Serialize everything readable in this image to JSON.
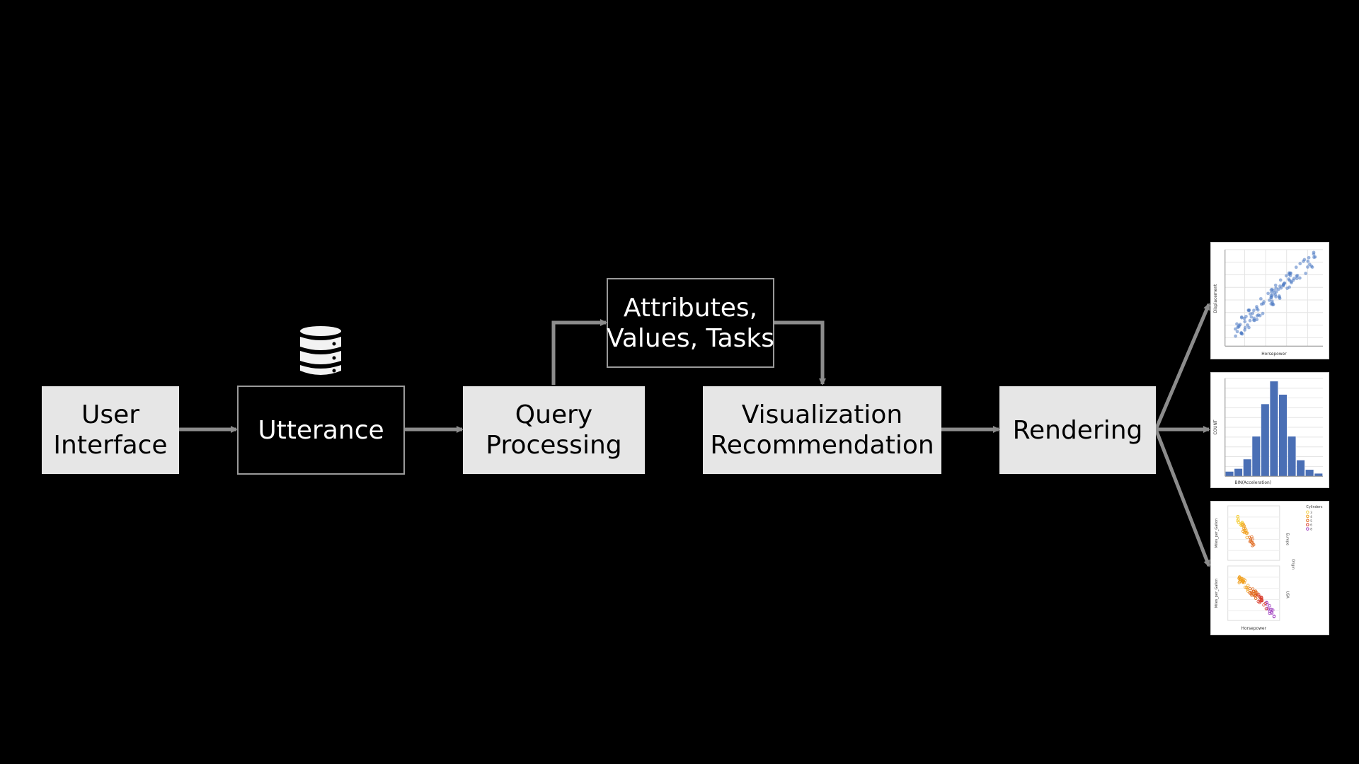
{
  "diagram": {
    "user_interface": [
      "User",
      "Interface"
    ],
    "utterance": "Utterance",
    "query_processing": [
      "Query",
      "Processing"
    ],
    "attributes": [
      "Attributes,",
      "Values, Tasks"
    ],
    "visualization_recommendation": [
      "Visualization",
      "Recommendation"
    ],
    "rendering": "Rendering"
  },
  "icons": {
    "database": "database-icon"
  },
  "colors": {
    "background": "#000000",
    "light_box": "#e6e6e6",
    "dark_box_border": "#9a9a9a",
    "arrow": "#8c8c8c",
    "scatter_points": "#4a78c2",
    "histogram_bars": "#4a6fb5",
    "trellis_orange": "#f0a020",
    "trellis_red": "#d83a2a",
    "trellis_purple": "#a040c0"
  },
  "thumbnails": {
    "scatter": {
      "xlabel": "Horsepower",
      "ylabel": "Displacement"
    },
    "histogram": {
      "xlabel": "BIN(Acceleration)",
      "ylabel": "COUNT"
    },
    "trellis": {
      "xlabel": "Horsepower",
      "ylabel": "Miles_per_Gallon",
      "facet_title": "Origin",
      "facets": [
        "Europe",
        "USA"
      ],
      "legend_title": "Cylinders",
      "legend_items": [
        "3",
        "4",
        "5",
        "6",
        "8"
      ]
    }
  }
}
